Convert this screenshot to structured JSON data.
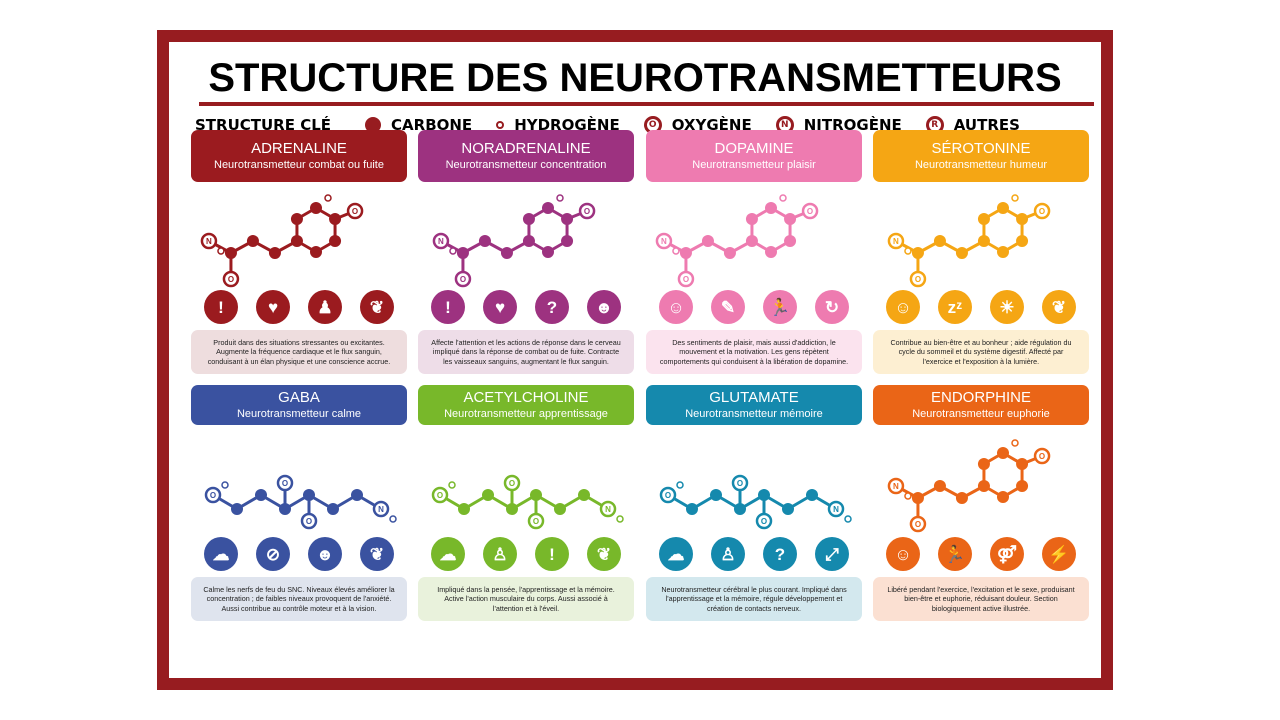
{
  "title": "STRUCTURE DES NEUROTRANSMETTEURS",
  "legend": {
    "label": "STRUCTURE CLÉ",
    "items": [
      {
        "name": "CARBONE",
        "symbol": ""
      },
      {
        "name": "HYDROGÈNE",
        "symbol": ""
      },
      {
        "name": "OXYGÈNE",
        "symbol": "O"
      },
      {
        "name": "NITROGÈNE",
        "symbol": "N"
      },
      {
        "name": "AUTRES",
        "symbol": "R"
      }
    ]
  },
  "cards": [
    {
      "name": "ADRENALINE",
      "subtitle": "Neurotransmetteur combat ou fuite",
      "color": "#9b1b1f",
      "tint": "#eeddde",
      "icons": [
        "exclamation-icon",
        "heart-icon",
        "podium-person-icon",
        "kidney-icon"
      ],
      "glyphs": [
        "!",
        "♥",
        "♟",
        "❦"
      ],
      "desc": "Produit dans des situations stressantes ou excitantes. Augmente la fréquence cardiaque et le flux sanguin, conduisant à un élan physique et une conscience accrue."
    },
    {
      "name": "NORADRENALINE",
      "subtitle": "Neurotransmetteur concentration",
      "color": "#9d3280",
      "tint": "#eedde8",
      "icons": [
        "exclamation-icon",
        "heart-icon",
        "question-icon",
        "thinking-person-icon"
      ],
      "glyphs": [
        "!",
        "♥",
        "?",
        "☻"
      ],
      "desc": "Affecte l'attention et les actions de réponse dans le cerveau impliqué dans la réponse de combat ou de fuite. Contracte les vaisseaux sanguins, augmentant le flux sanguin."
    },
    {
      "name": "DOPAMINE",
      "subtitle": "Neurotransmetteur  plaisir",
      "color": "#ee7bb0",
      "tint": "#fbe3ee",
      "icons": [
        "smile-icon",
        "syringe-icon",
        "runner-icon",
        "cycle-icon"
      ],
      "glyphs": [
        "☺",
        "✎",
        "🏃",
        "↻"
      ],
      "desc": "Des sentiments de plaisir, mais aussi d'addiction, le mouvement et la motivation. Les gens répètent comportements qui conduisent à la libération de dopamine."
    },
    {
      "name": "SÉROTONINE",
      "subtitle": "Neurotransmetteur humeur",
      "color": "#f5a614",
      "tint": "#fdefd2",
      "icons": [
        "smile-icon",
        "sleep-icon",
        "sun-icon",
        "stomach-icon"
      ],
      "glyphs": [
        "☺",
        "zᶻ",
        "☀",
        "❦"
      ],
      "desc": "Contribue au bien-être et au bonheur ; aide régulation du cycle du sommeil et du système digestif. Affecté par l'exercice et l'exposition à la lumière."
    },
    {
      "name": "GABA",
      "subtitle": "Neurotransmetteur  calme",
      "color": "#3a52a0",
      "tint": "#dfe4ee",
      "icons": [
        "brain-icon",
        "no-anxiety-icon",
        "face-icon",
        "stomach-icon"
      ],
      "glyphs": [
        "☁",
        "⊘",
        "☻",
        "❦"
      ],
      "desc": "Calme les nerfs de feu du SNC. Niveaux élevés améliorer la concentration ; de faibles niveaux provoquent de l'anxiété. Aussi contribue au contrôle moteur et à la vision."
    },
    {
      "name": "ACETYLCHOLINE",
      "subtitle": "Neurotransmetteur apprentissage",
      "color": "#78b82a",
      "tint": "#e9f2dc",
      "icons": [
        "brain-icon",
        "person-icon",
        "exclamation-icon",
        "muscle-icon"
      ],
      "glyphs": [
        "☁",
        "♙",
        "!",
        "❦"
      ],
      "desc": "Impliqué dans la pensée, l'apprentissage et la mémoire. Active l'action musculaire du corps. Aussi associé à l'attention et à l'éveil."
    },
    {
      "name": "GLUTAMATE",
      "subtitle": "Neurotransmetteur mémoire",
      "color": "#1589ad",
      "tint": "#d3e8ee",
      "icons": [
        "brain-icon",
        "person-icon",
        "question-icon",
        "graph-icon"
      ],
      "glyphs": [
        "☁",
        "♙",
        "?",
        "⤢"
      ],
      "desc": "Neurotransmetteur cérébral le plus courant. Impliqué dans l'apprentissage et la mémoire, régule développement et création de contacts nerveux."
    },
    {
      "name": "ENDORPHINE",
      "subtitle": "Neurotransmetteur euphorie",
      "color": "#ea6517",
      "tint": "#fbe0d2",
      "icons": [
        "smile-icon",
        "runner-icon",
        "gender-icon",
        "pain-icon"
      ],
      "glyphs": [
        "☺",
        "🏃",
        "⚤",
        "⚡"
      ],
      "desc": "Libéré pendant l'exercice, l'excitation et le sexe, produisant bien-être et euphorie, réduisant douleur.  Section biologiquement active illustrée."
    }
  ]
}
